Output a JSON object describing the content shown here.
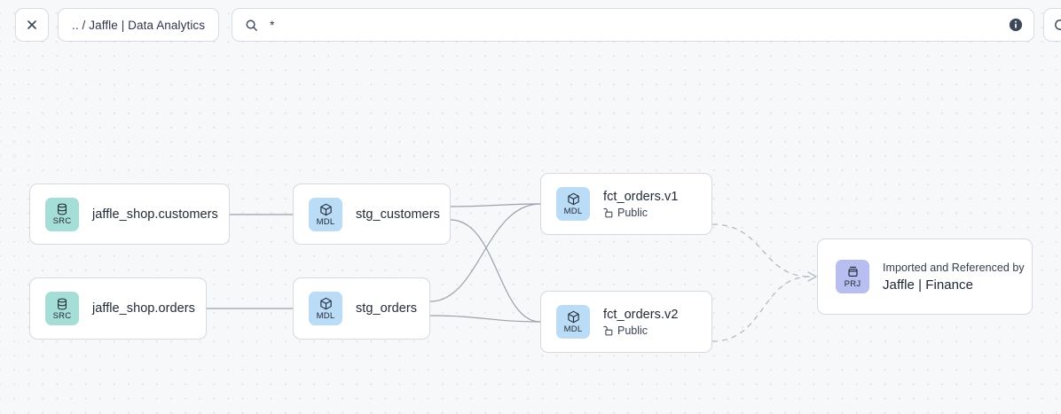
{
  "toolbar": {
    "close_label": "×",
    "close_icon": "close-icon",
    "breadcrumb": ".. / Jaffle | Data Analytics",
    "search_icon": "search-icon",
    "search_value": "*",
    "search_placeholder": "",
    "info_icon": "info-icon",
    "refresh_icon": "refresh-icon"
  },
  "colors": {
    "canvas": "#f7f8fa",
    "dot": "#dcdfe6",
    "card_border": "#d5d9e0",
    "badge_src": "#a5ded6",
    "badge_mdl": "#badcf7",
    "badge_prj": "#b9bef0",
    "edge": "#9aa2ad",
    "edge_dashed": "#b3b9c4"
  },
  "graph": {
    "nodes": [
      {
        "id": "jaffle_shop_customers",
        "type": "SRC",
        "badge_label": "SRC",
        "badge_icon": "database-icon",
        "title": "jaffle_shop.customers"
      },
      {
        "id": "jaffle_shop_orders",
        "type": "SRC",
        "badge_label": "SRC",
        "badge_icon": "database-icon",
        "title": "jaffle_shop.orders"
      },
      {
        "id": "stg_customers",
        "type": "MDL",
        "badge_label": "MDL",
        "badge_icon": "cube-icon",
        "title": "stg_customers"
      },
      {
        "id": "stg_orders",
        "type": "MDL",
        "badge_label": "MDL",
        "badge_icon": "cube-icon",
        "title": "stg_orders"
      },
      {
        "id": "fct_orders_v1",
        "type": "MDL",
        "badge_label": "MDL",
        "badge_icon": "cube-icon",
        "title": "fct_orders.v1",
        "subtitle": "Public",
        "subtitle_icon": "unlock-icon"
      },
      {
        "id": "fct_orders_v2",
        "type": "MDL",
        "badge_label": "MDL",
        "badge_icon": "cube-icon",
        "title": "fct_orders.v2",
        "subtitle": "Public",
        "subtitle_icon": "unlock-icon"
      },
      {
        "id": "jaffle_finance_project",
        "type": "PRJ",
        "badge_label": "PRJ",
        "badge_icon": "package-icon",
        "kicker": "Imported and Referenced by",
        "title": "Jaffle | Finance"
      }
    ],
    "edges": [
      {
        "from": "jaffle_shop_customers",
        "to": "stg_customers",
        "style": "solid"
      },
      {
        "from": "jaffle_shop_orders",
        "to": "stg_orders",
        "style": "solid"
      },
      {
        "from": "stg_customers",
        "to": "fct_orders_v1",
        "style": "solid"
      },
      {
        "from": "stg_customers",
        "to": "fct_orders_v2",
        "style": "solid"
      },
      {
        "from": "stg_orders",
        "to": "fct_orders_v1",
        "style": "solid"
      },
      {
        "from": "stg_orders",
        "to": "fct_orders_v2",
        "style": "solid"
      },
      {
        "from": "fct_orders_v1",
        "to": "jaffle_finance_project",
        "style": "dashed"
      },
      {
        "from": "fct_orders_v2",
        "to": "jaffle_finance_project",
        "style": "dashed"
      }
    ]
  }
}
